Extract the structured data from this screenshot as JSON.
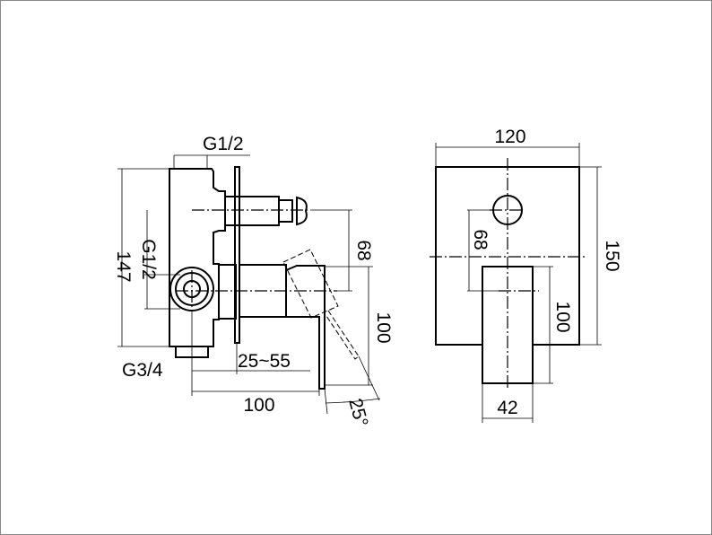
{
  "side_view": {
    "dim_top_thread": "G1/2",
    "dim_side_thread": "G1/2",
    "dim_bottom_thread": "G3/4",
    "dim_height": "147",
    "dim_stem_offset": "68",
    "dim_handle_length": "100",
    "dim_wall_depth": "25~55",
    "dim_projection": "100",
    "dim_angle": "25°"
  },
  "front_view": {
    "dim_width": "120",
    "dim_height": "150",
    "dim_stem_offset": "68",
    "dim_handle_length": "100",
    "dim_handle_width": "42"
  }
}
